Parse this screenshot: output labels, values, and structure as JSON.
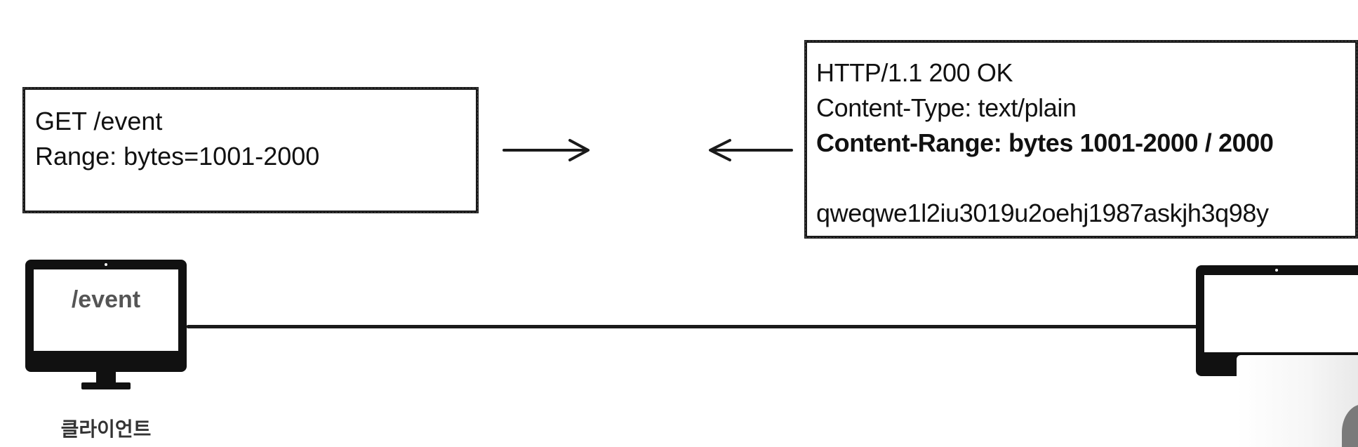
{
  "request": {
    "line1": "GET /event",
    "line2": "Range: bytes=1001-2000"
  },
  "response": {
    "status_line": "HTTP/1.1 200 OK",
    "content_type": "Content-Type: text/plain",
    "content_range": "Content-Range: bytes 1001-2000 / 2000",
    "body": "qweqwe1l2iu3019u2oehj1987askjh3q98y"
  },
  "client": {
    "screen_text": "/event",
    "label": "클라이언트"
  },
  "icons": {
    "arrow_right": "arrow-right-icon",
    "arrow_left": "arrow-left-icon",
    "client_monitor": "monitor-icon",
    "server_monitor": "monitor-icon"
  }
}
